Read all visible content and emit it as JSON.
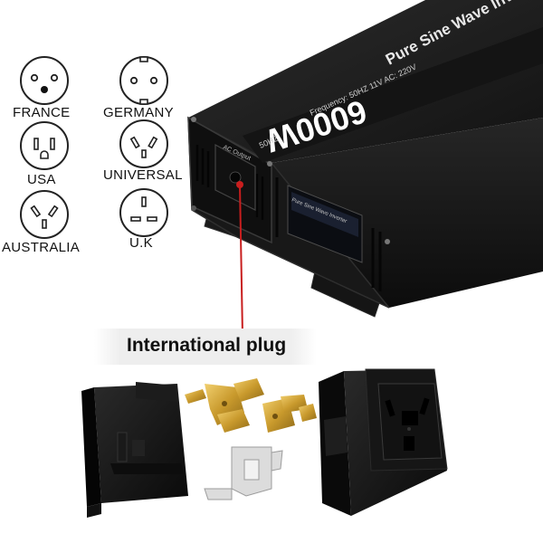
{
  "sockets": [
    {
      "id": "france",
      "label": "FRANCE",
      "icon": "france-socket-icon"
    },
    {
      "id": "germany",
      "label": "GERMANY",
      "icon": "germany-socket-icon"
    },
    {
      "id": "usa",
      "label": "USA",
      "icon": "usa-socket-icon"
    },
    {
      "id": "universal",
      "label": "UNIVERSAL",
      "icon": "universal-socket-icon"
    },
    {
      "id": "australia",
      "label": "AUSTRALIA",
      "icon": "australia-socket-icon"
    },
    {
      "id": "uk",
      "label": "U.K",
      "icon": "uk-socket-icon"
    }
  ],
  "inverter": {
    "power_label": "6000W",
    "model_text": "Pure Sine Wave Inverter",
    "spec_text": "Frequency: 50HZ  11V  AC: 220V",
    "hz_label": "50HZ",
    "panel_text": "AC Output",
    "screen_text": "Pure Sine Wave Inverter"
  },
  "callout": {
    "label": "International plug",
    "accent_color": "#c81e1e"
  },
  "colors": {
    "body": "#1b1b1b",
    "brass": "#d4a63c",
    "socket_black": "#151515"
  }
}
